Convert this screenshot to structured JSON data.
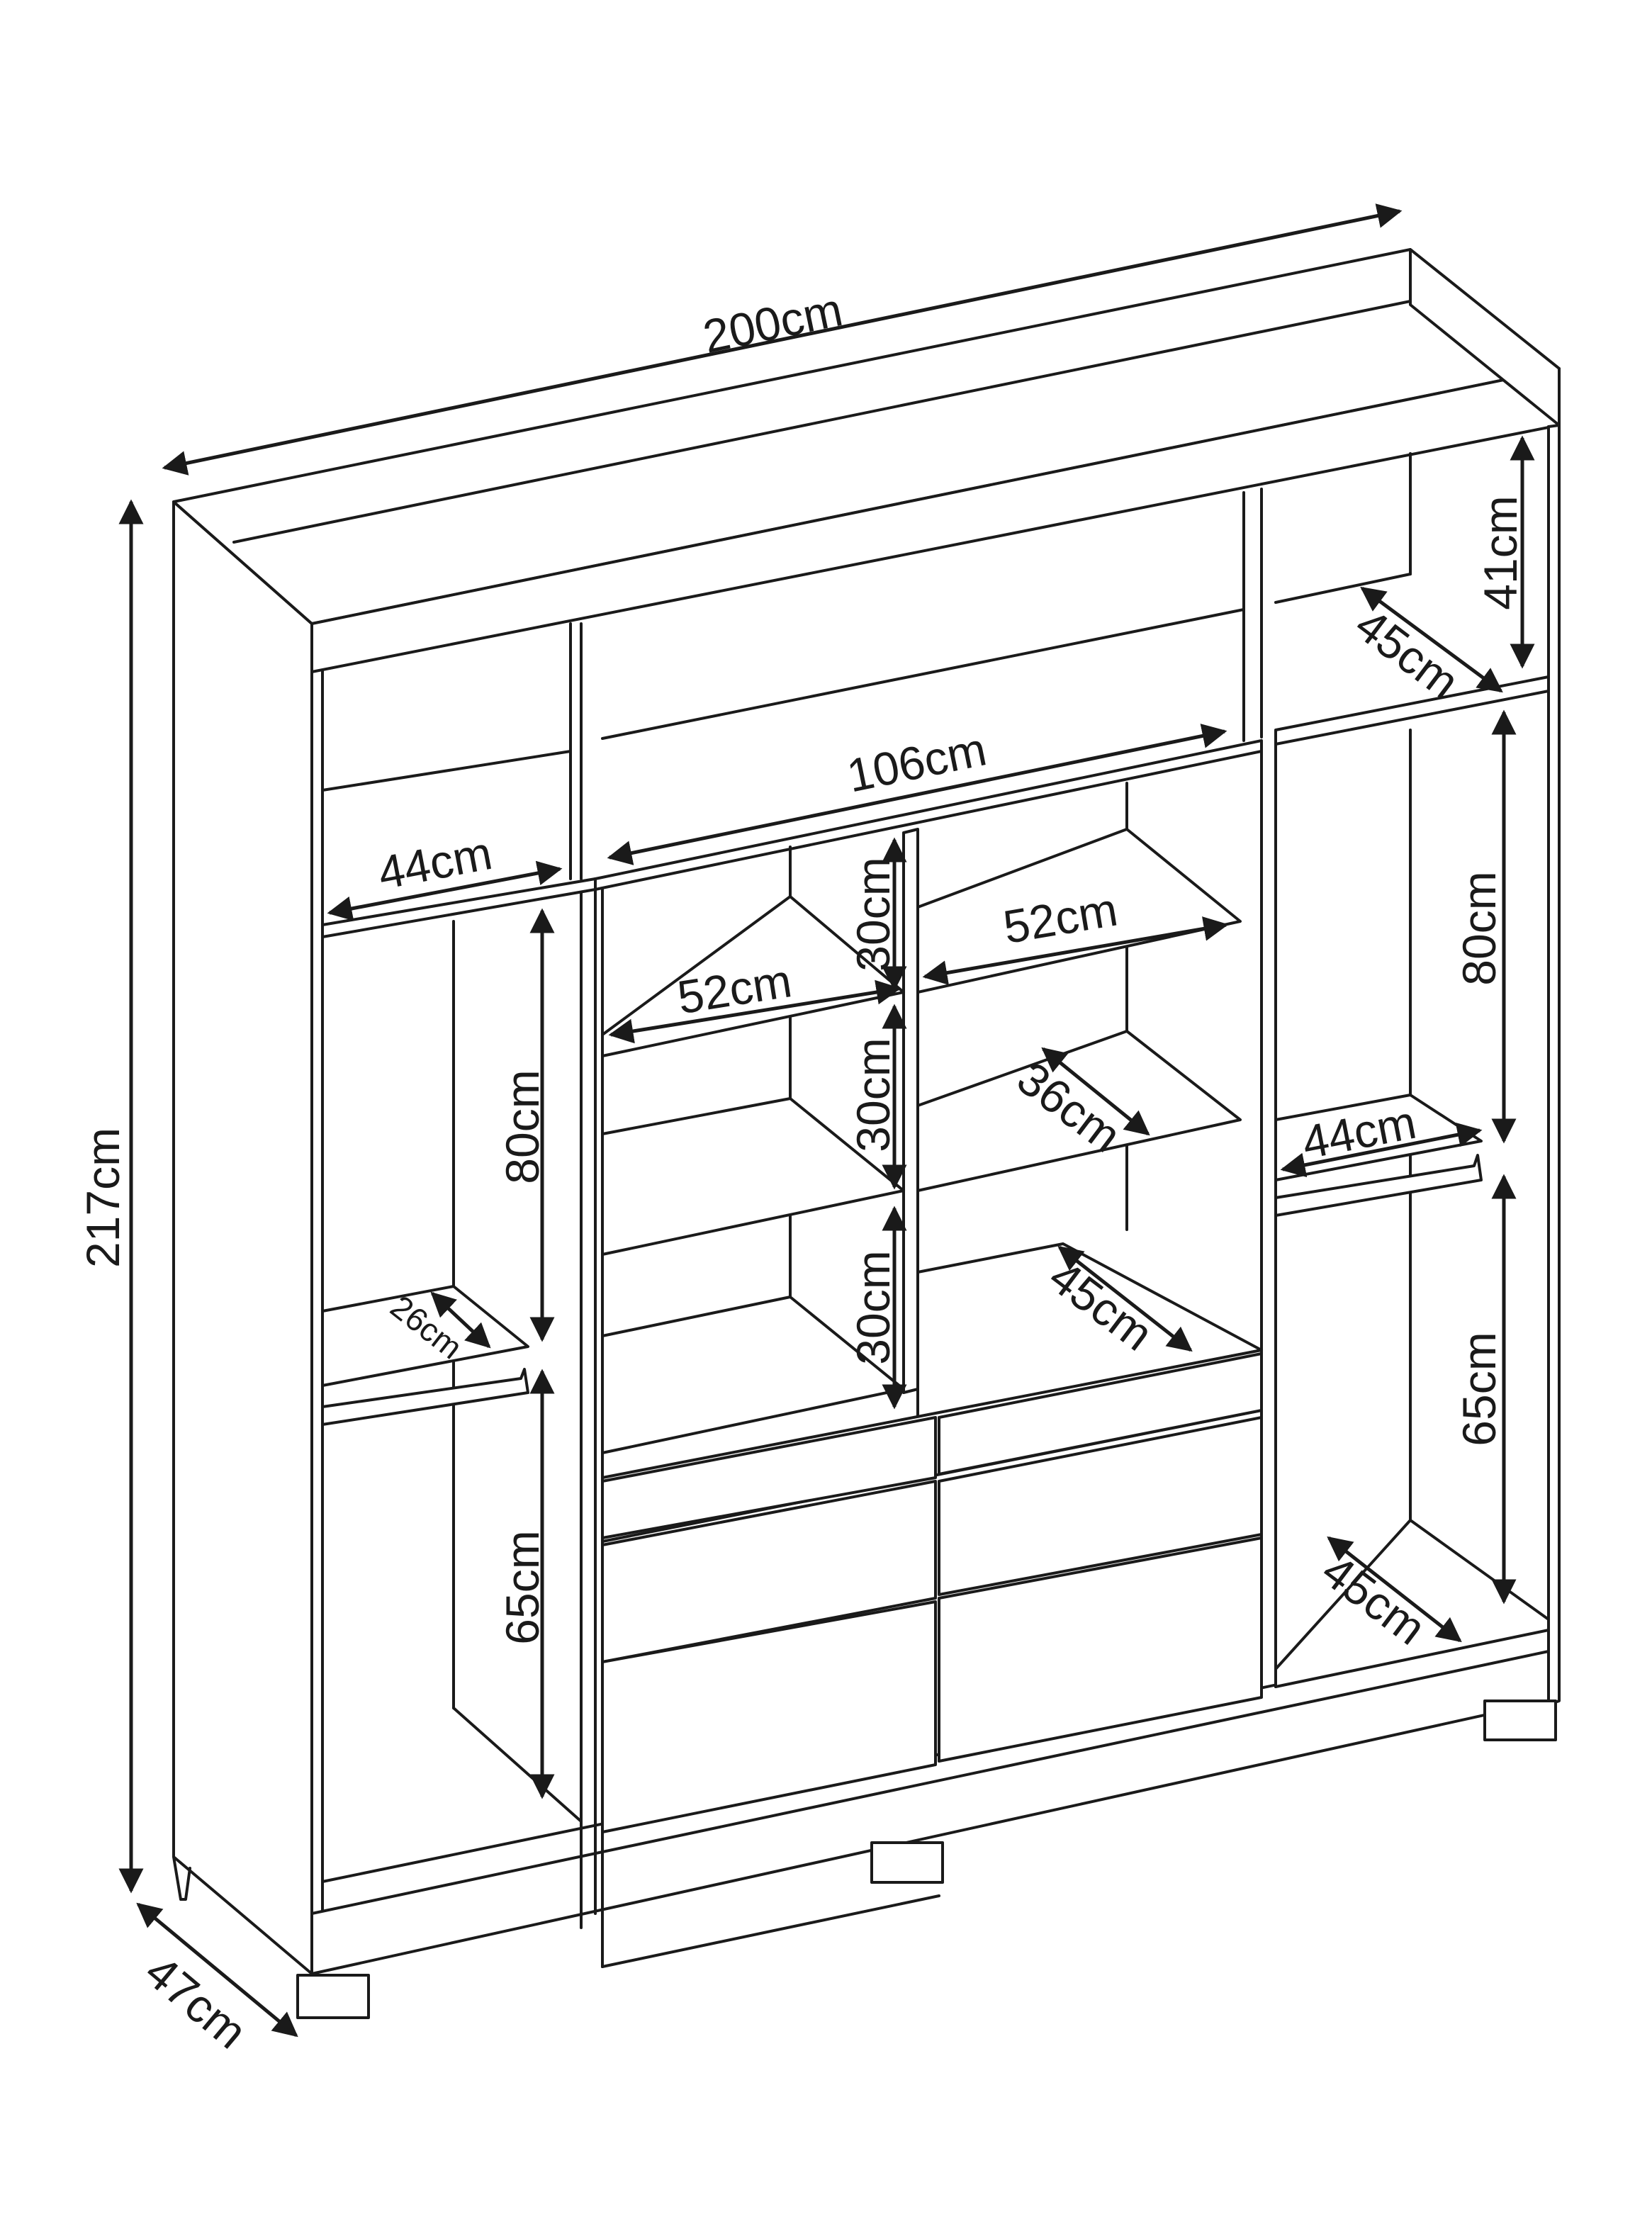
{
  "diagram": {
    "stroke_color": "#1a1a1a",
    "background": "#ffffff",
    "dimensions": {
      "total_width": "200cm",
      "total_height": "217cm",
      "depth": "47cm",
      "top_left_shelf": "44cm",
      "center_shelf_width": "106cm",
      "top_right_height": "41cm",
      "top_right_depth": "45cm",
      "left_upper_height": "80cm",
      "left_lower_height": "65cm",
      "left_small_shelf": "26cm",
      "center_left_shelf": "52cm",
      "center_right_shelf": "52cm",
      "center_gap_1": "30cm",
      "center_gap_2": "30cm",
      "center_gap_3": "30cm",
      "center_right_depth": "36cm",
      "center_bottom_depth": "45cm",
      "right_upper_height": "80cm",
      "right_rod_width": "44cm",
      "right_lower_height": "65cm",
      "right_bottom_depth": "45cm"
    }
  }
}
